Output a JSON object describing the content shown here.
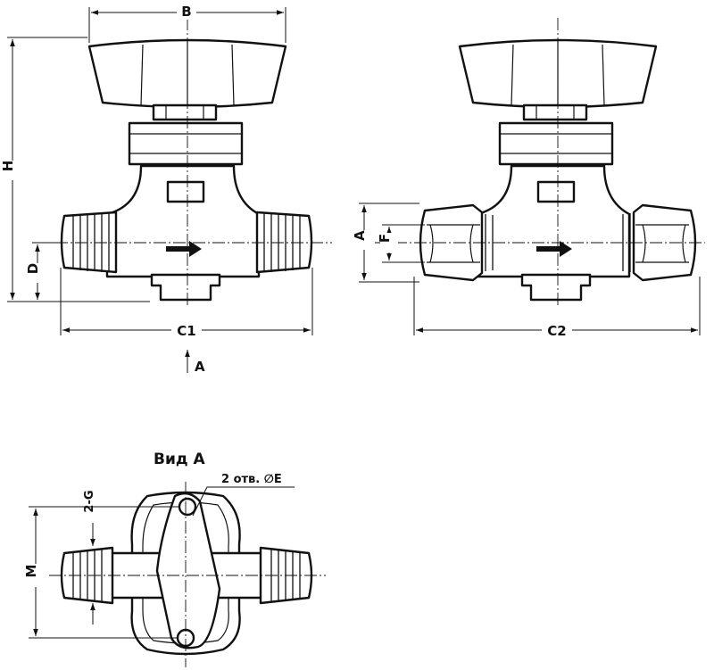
{
  "view_left": {
    "dims": {
      "B": "B",
      "H": "H",
      "D": "D",
      "C1": "C1",
      "A_arrow": "A"
    }
  },
  "view_right": {
    "dims": {
      "A": "A",
      "F": "F",
      "C2": "C2"
    }
  },
  "view_bottom": {
    "title": "Вид А",
    "hole_note": "2 отв. ∅E",
    "dims": {
      "G": "2-G",
      "M": "M"
    }
  },
  "colors": {
    "line": "#111111",
    "background": "#ffffff"
  }
}
